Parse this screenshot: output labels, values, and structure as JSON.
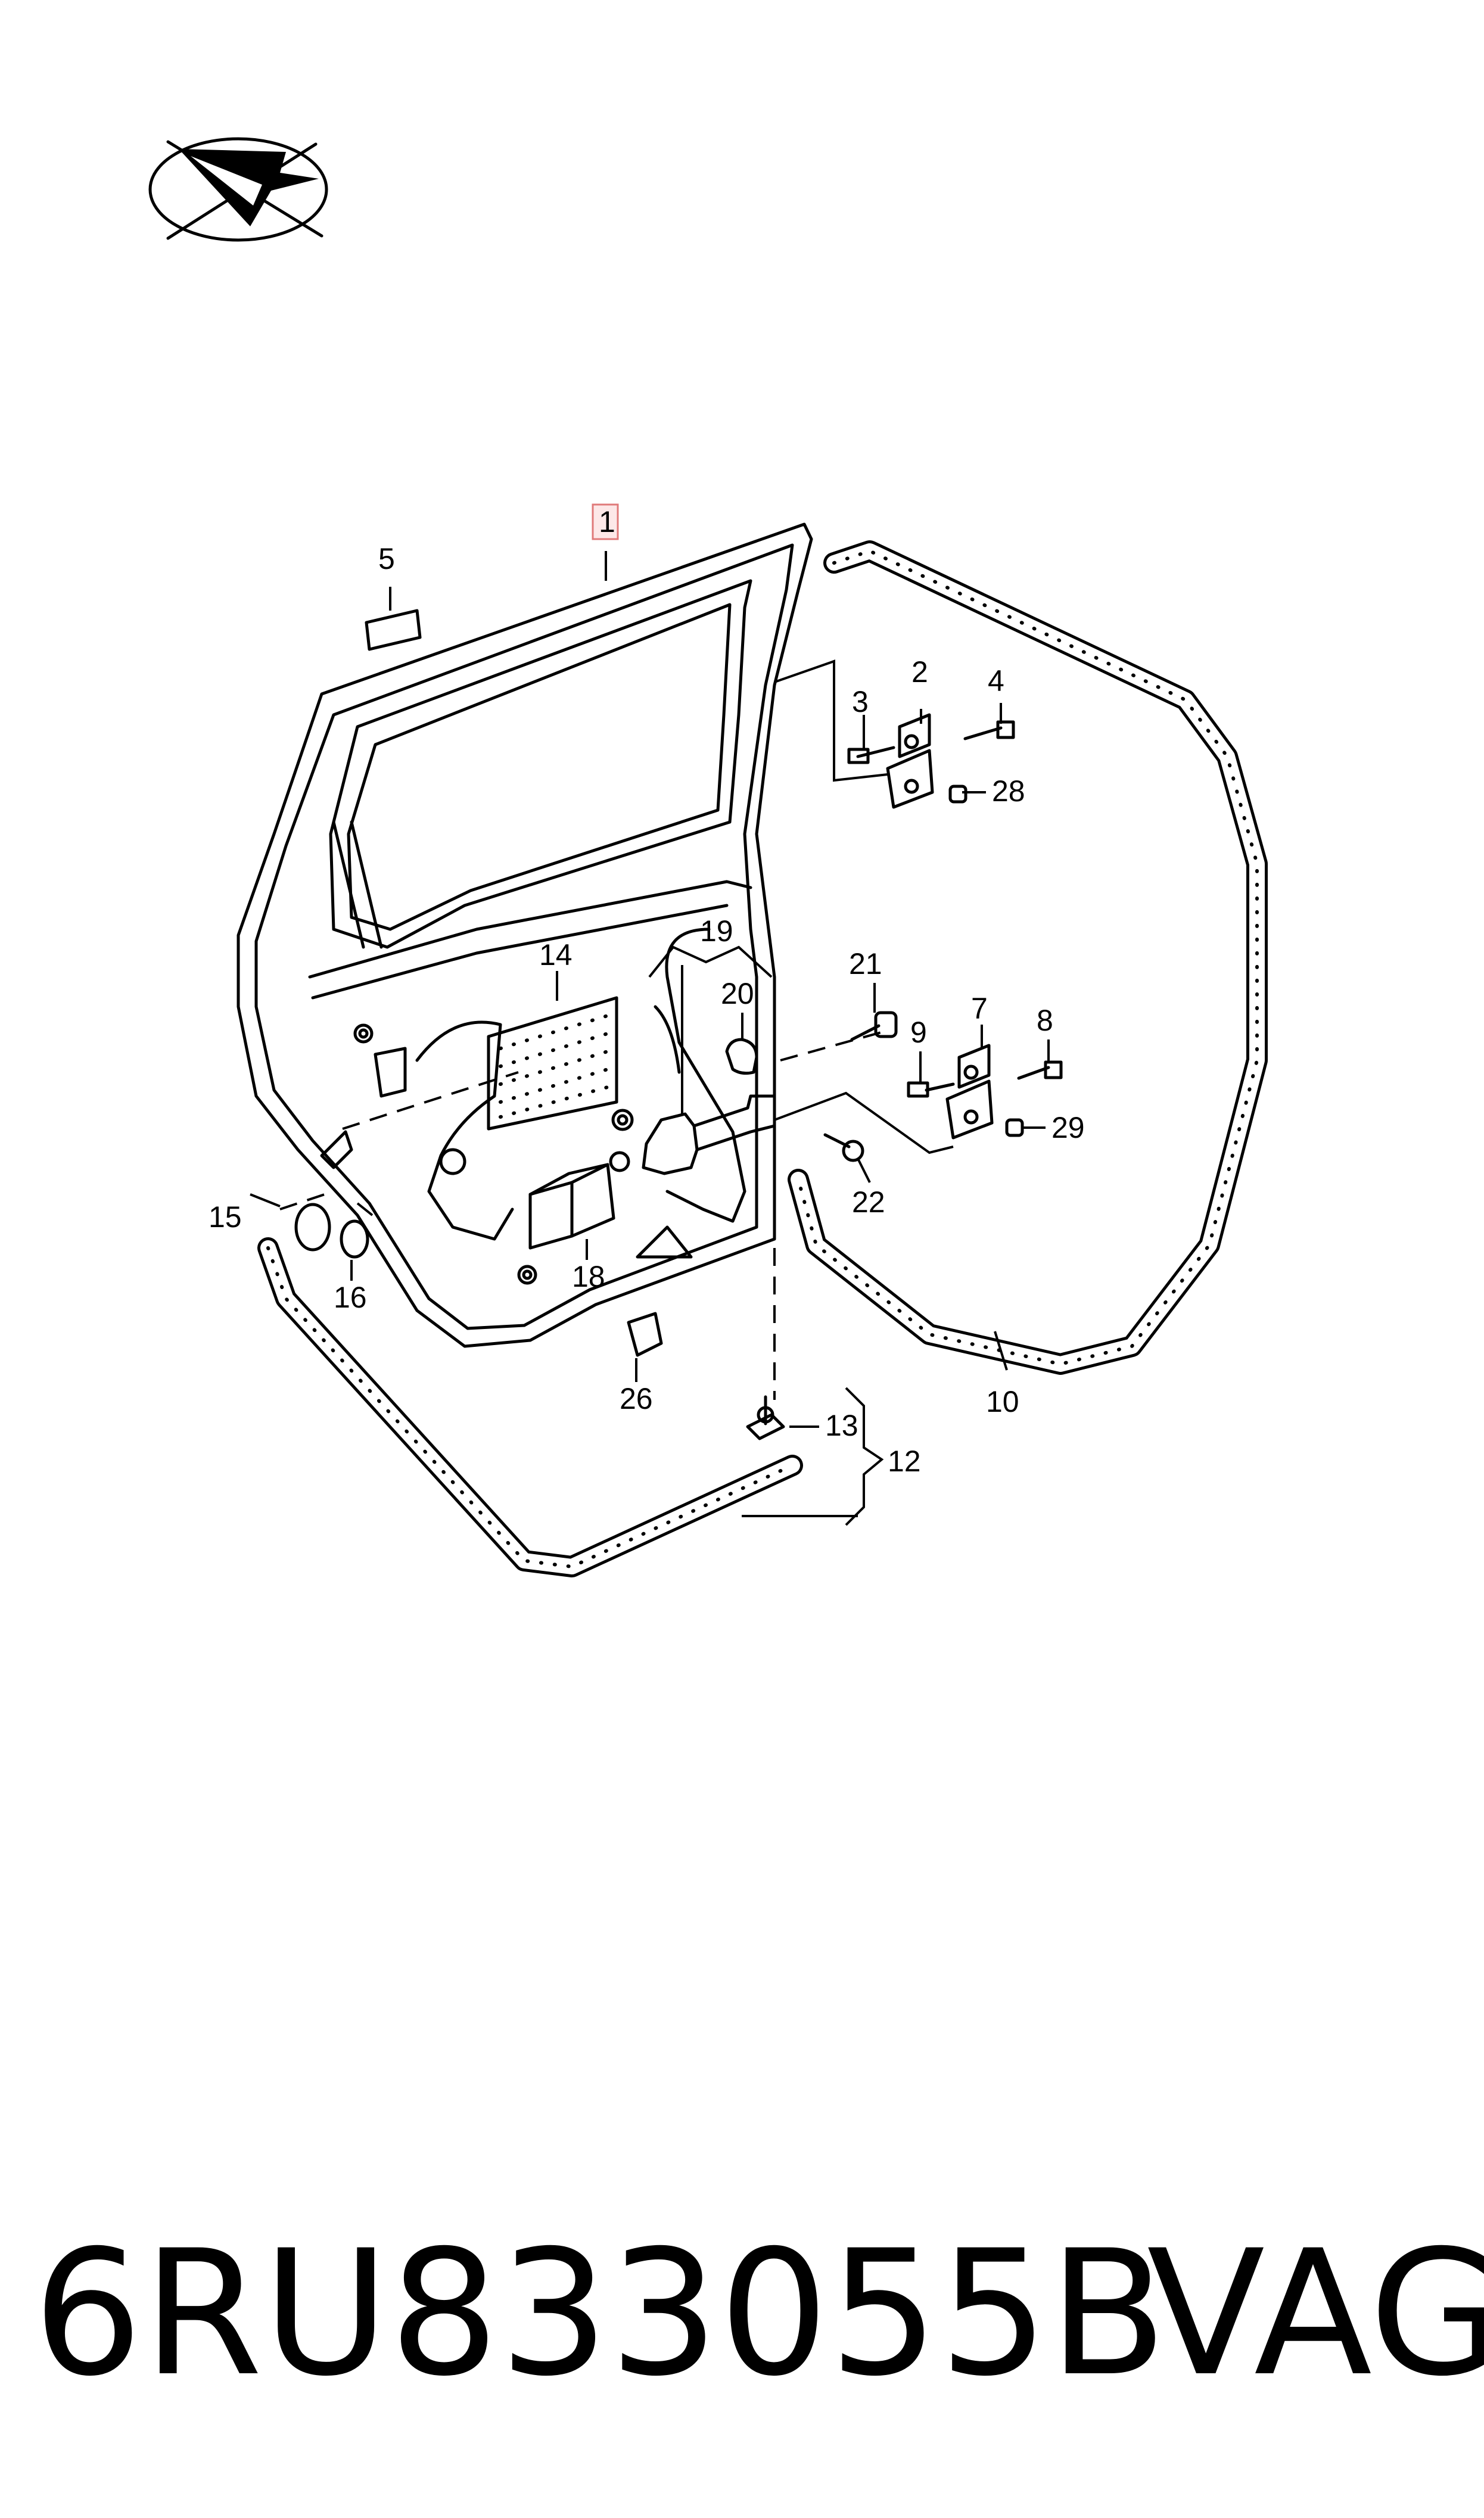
{
  "callouts": {
    "c1": "1",
    "c2": "2",
    "c3": "3",
    "c4": "4",
    "c5": "5",
    "c7": "7",
    "c8": "8",
    "c9": "9",
    "c10": "10",
    "c12": "12",
    "c13": "13",
    "c14": "14",
    "c15": "15",
    "c16": "16",
    "c18": "18",
    "c19": "19",
    "c20": "20",
    "c21": "21",
    "c22": "22",
    "c26": "26",
    "c28": "28",
    "c29": "29"
  },
  "caption": {
    "part_number": "6RU833055B",
    "brand": "VAG"
  },
  "icons": {
    "orientation": "orientation-arrow-icon"
  }
}
